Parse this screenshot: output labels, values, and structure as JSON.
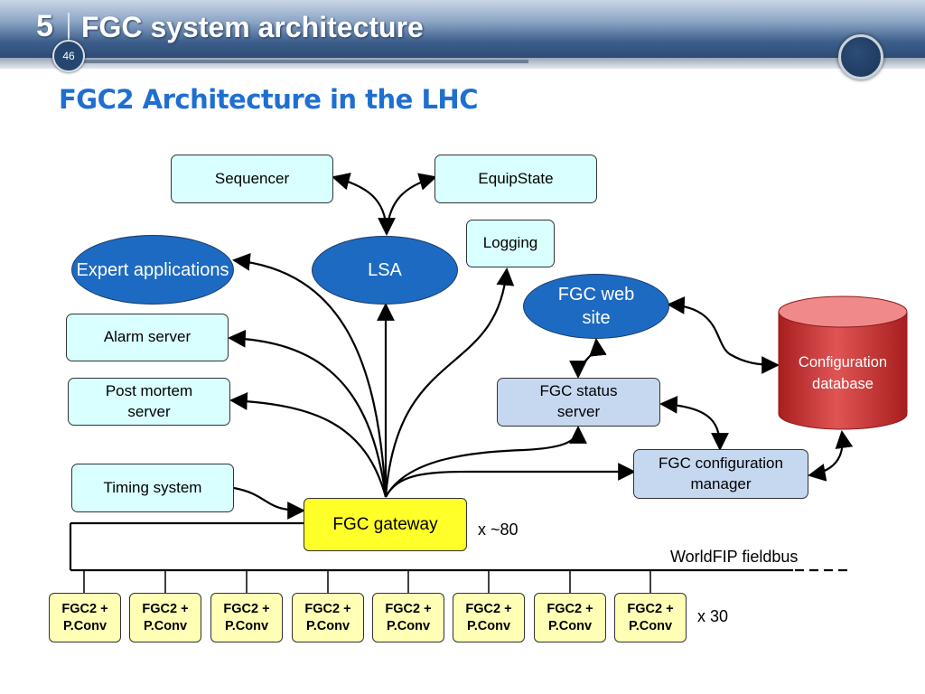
{
  "header": {
    "section_number": "5",
    "section_title": "FGC system architecture",
    "page_number": "46"
  },
  "slide_title": "FGC2 Architecture in the LHC",
  "nodes": {
    "sequencer": "Sequencer",
    "equipstate": "EquipState",
    "logging": "Logging",
    "expert_applications": "Expert applications",
    "lsa": "LSA",
    "fgc_web_site": "FGC web site",
    "alarm_server": "Alarm server",
    "post_mortem_server": "Post mortem server",
    "fgc_status_server": "FGC status server",
    "configuration_database": "Configuration database",
    "timing_system": "Timing system",
    "fgc_configuration_manager": "FGC configuration manager",
    "fgc_gateway": "FGC gateway"
  },
  "gateway_multiplicity": "x ~80",
  "fieldbus_label": "WorldFIP fieldbus",
  "fgc2_units": [
    "FGC2 + P.Conv",
    "FGC2 + P.Conv",
    "FGC2 + P.Conv",
    "FGC2 + P.Conv",
    "FGC2 + P.Conv",
    "FGC2 + P.Conv",
    "FGC2 + P.Conv",
    "FGC2 + P.Conv"
  ],
  "fgc2_multiplicity": "x 30",
  "colors": {
    "title_blue": "#1f6fd0",
    "ellipse_blue": "#1d6ac2",
    "cyan_box": "#d9ffff",
    "light_blue_box": "#c6d8f0",
    "gateway_yellow": "#ffff2a",
    "fgc2_yellow": "#ffffb5",
    "database_red": "#d33a3a"
  }
}
